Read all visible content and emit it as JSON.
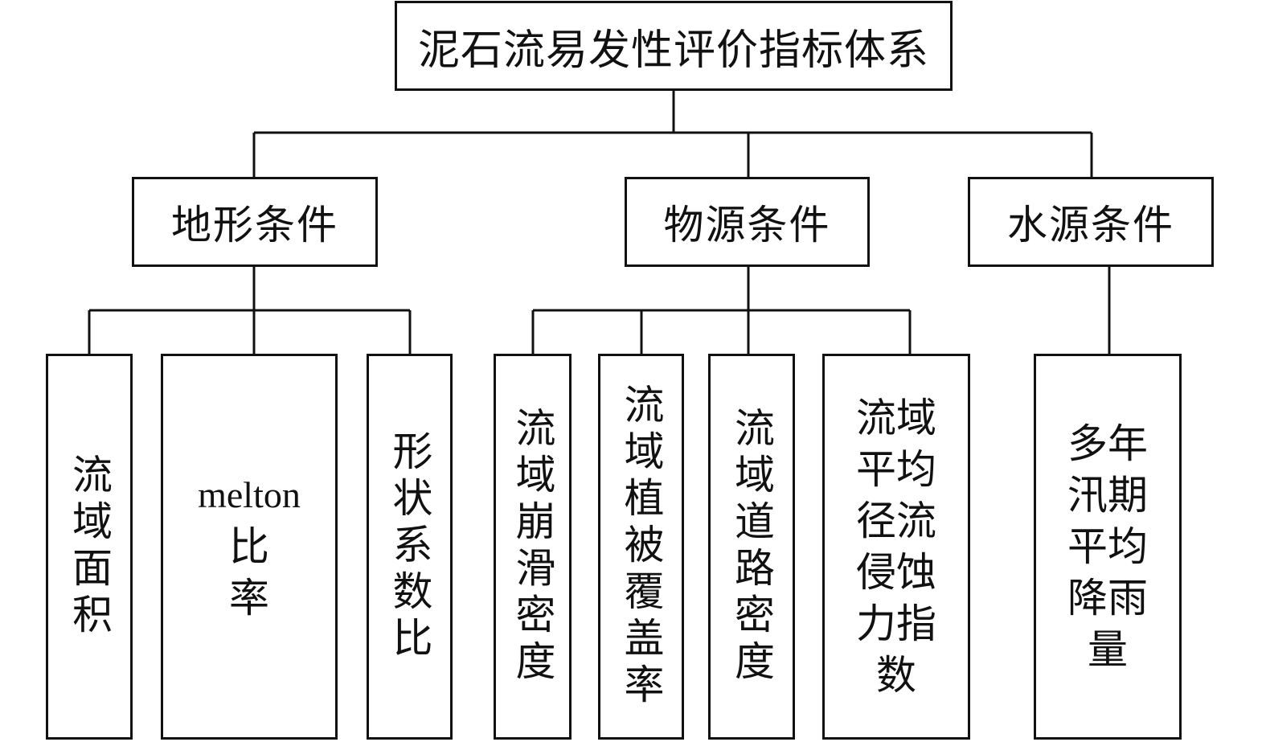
{
  "root": {
    "label": "泥石流易发性评价指标体系"
  },
  "categories": [
    {
      "label": "地形条件"
    },
    {
      "label": "物源条件"
    },
    {
      "label": "水源条件"
    }
  ],
  "indicators": {
    "terrain": [
      {
        "label": "流域面积"
      },
      {
        "line1": "melton",
        "line2": "比",
        "line3": "率"
      },
      {
        "label": "形状系数比"
      }
    ],
    "source": [
      {
        "label": "流域崩滑密度"
      },
      {
        "label": "流域植被覆盖率"
      },
      {
        "label": "流域道路密度"
      },
      {
        "line1": "流域",
        "line2": "平均",
        "line3": "径流",
        "line4": "侵蚀",
        "line5": "力指",
        "line6": "数"
      }
    ],
    "water": [
      {
        "line1": "多年",
        "line2": "汛期",
        "line3": "平均",
        "line4": "降雨",
        "line5": "量"
      }
    ]
  }
}
